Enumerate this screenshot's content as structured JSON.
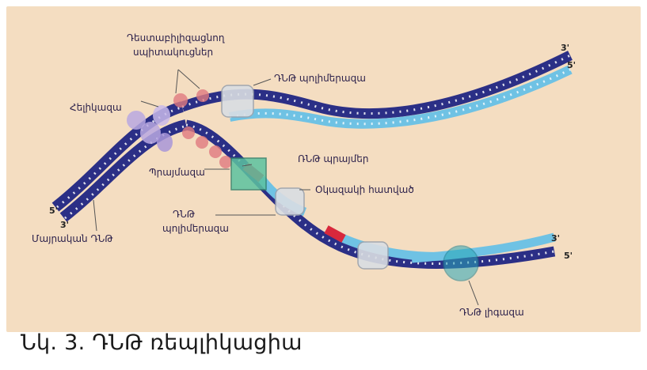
{
  "diagram": {
    "labels": {
      "ssb": "Դեստաբիլիզացնող սպիտակուցներ",
      "helicase": "Հելիկազա",
      "polymerase_top": "ԴՆԹ պոլիմերազա",
      "primer": "ՌՆԹ պրայմեր",
      "primase": "Պրայմազա",
      "okazaki": "Օկազակի հատված",
      "polymerase_bottom": "ԴՆԹ պոլիմերազա",
      "parent_dna": "Մայրական ԴՆԹ",
      "ligase": "ԴՆԹ լիգազա"
    },
    "ends": {
      "left_5": "5'",
      "left_3": "3'",
      "top_3": "3'",
      "top_5": "5'",
      "bottom_3": "3'",
      "bottom_5": "5'"
    },
    "colors": {
      "background": "#f4ddc1",
      "parent_strand": "#2b2f86",
      "new_strand": "#6fc2e4",
      "primer": "#d8283c",
      "primase": "#5cc2a0",
      "helicase": "#b9a8e0",
      "ssb": "#e07a80",
      "polymerase": "#d9dde3",
      "ligase": "#2aa7b8"
    }
  },
  "caption": "Նկ. 3. ԴՆԹ ռեպլիկացիա"
}
